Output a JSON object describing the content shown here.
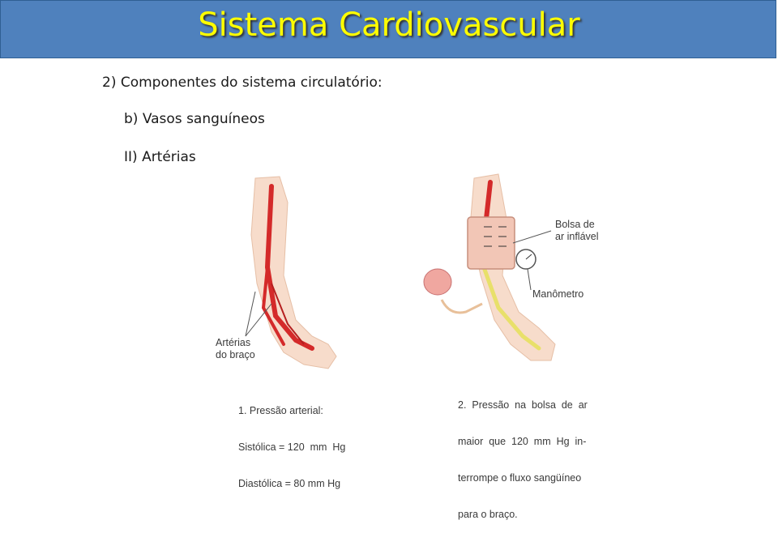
{
  "header": {
    "title": "Sistema Cardiovascular"
  },
  "content": {
    "line1": "2) Componentes do sistema circulatório:",
    "line2": "b)  Vasos sanguíneos",
    "line3": "II) Artérias"
  },
  "figure": {
    "label_arteries": [
      "Artérias",
      "do braço"
    ],
    "label_cuff": [
      "Bolsa de",
      "ar inflável"
    ],
    "label_gauge": "Manômetro",
    "caption1": [
      "1. Pressão arterial:",
      "Sistólica = 120  mm  Hg",
      "Diastólica = 80 mm Hg"
    ],
    "caption2": [
      "2.  Pressão  na  bolsa  de  ar",
      "maior  que  120  mm  Hg  in-",
      "terrompe o fluxo sangüíneo",
      "para o braço."
    ]
  },
  "colors": {
    "header_bg": "#4f81bd",
    "title": "#ffff00",
    "artery": "#d42a2a",
    "skin": "#f7dccb",
    "cuff": "#f2c6b6"
  }
}
